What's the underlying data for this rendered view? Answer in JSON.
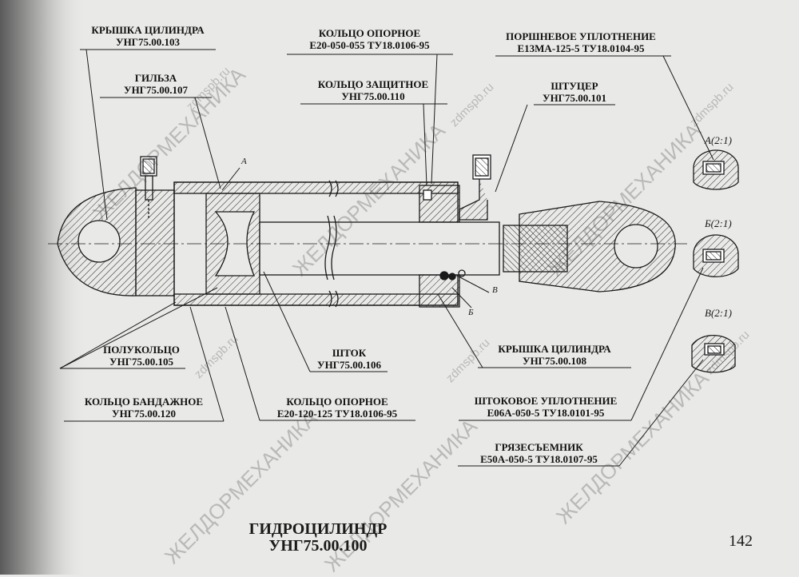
{
  "labels": {
    "cap_top": {
      "name": "КРЫШКА ЦИЛИНДРА",
      "code": "УНГ75.00.103"
    },
    "sleeve": {
      "name": "ГИЛЬЗА",
      "code": "УНГ75.00.107"
    },
    "support_ring_top": {
      "name": "КОЛЬЦО ОПОРНОЕ",
      "code": "Е20-050-055 ТУ18.0106-95"
    },
    "protective_ring": {
      "name": "КОЛЬЦО ЗАЩИТНОЕ",
      "code": "УНГ75.00.110"
    },
    "piston_seal": {
      "name": "ПОРШНЕВОЕ УПЛОТНЕНИЕ",
      "code": "Е13МА-125-5 ТУ18.0104-95"
    },
    "fitting": {
      "name": "ШТУЦЕР",
      "code": "УНГ75.00.101"
    },
    "half_ring": {
      "name": "ПОЛУКОЛЬЦО",
      "code": "УНГ75.00.105"
    },
    "rod": {
      "name": "ШТОК",
      "code": "УНГ75.00.106"
    },
    "cap_bottom": {
      "name": "КРЫШКА ЦИЛИНДРА",
      "code": "УНГ75.00.108"
    },
    "bandage_ring": {
      "name": "КОЛЬЦО БАНДАЖНОЕ",
      "code": "УНГ75.00.120"
    },
    "support_ring_bottom": {
      "name": "КОЛЬЦО ОПОРНОЕ",
      "code": "Е20-120-125 ТУ18.0106-95"
    },
    "rod_seal": {
      "name": "ШТОКОВОЕ УПЛОТНЕНИЕ",
      "code": "Е06А-050-5 ТУ18.0101-95"
    },
    "wiper": {
      "name": "ГРЯЗЕСЪЕМНИК",
      "code": "Е50А-050-5 ТУ18.0107-95"
    }
  },
  "details": {
    "a": "А(2:1)",
    "b": "Б(2:1)",
    "v": "В(2:1)"
  },
  "markers": {
    "a": "А",
    "b": "Б",
    "v": "В"
  },
  "title": {
    "line1": "ГИДРОЦИЛИНДР",
    "line2": "УНГ75.00.100"
  },
  "page_number": "142",
  "watermarks": {
    "brand": "ЖЕЛДОРМЕХАНИКА",
    "site": "zdmspb.ru"
  }
}
